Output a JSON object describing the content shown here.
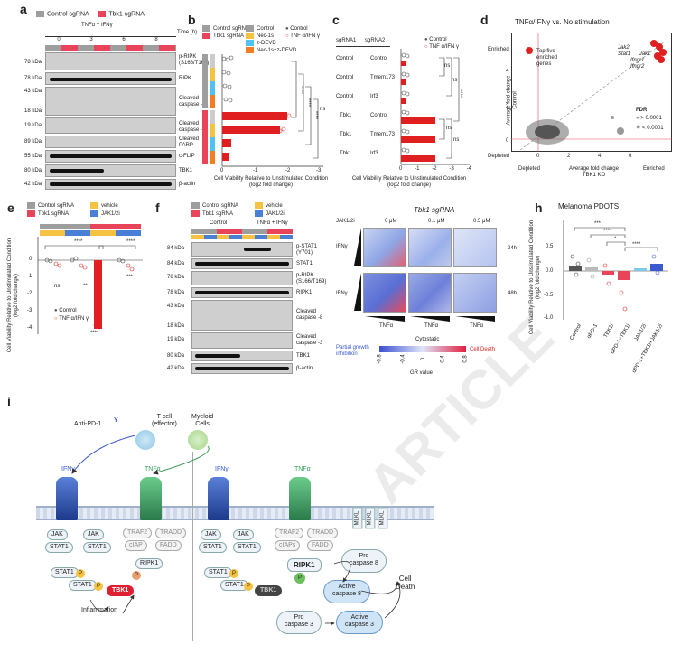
{
  "panels": {
    "a": {
      "label": "a",
      "legend": [
        "Control sgRNA",
        "Tbk1 sgRNA"
      ],
      "treatment": "TNFα + IFNγ",
      "time_label": "Time (h)",
      "times": [
        "0",
        "3",
        "6",
        "8"
      ],
      "mw": [
        "78 kDa",
        "78 kDa",
        "43 kDa",
        "18 kDa",
        "19 kDa",
        "89 kDa",
        "55 kDa",
        "80 kDa",
        "42 kDa"
      ],
      "proteins": [
        "p-RIPK\n(S166/T169)",
        "RIPK",
        "Cleaved\ncaspase -8",
        "Cleaved\ncaspase -3",
        "Cleaved\nPARP",
        "c-FLIP",
        "TBK1",
        "β-actin"
      ]
    },
    "b": {
      "label": "b",
      "legend": [
        "Control sgRNA",
        "Tbk1 sgRNA",
        "Control",
        "Nec-1s",
        "z-DEVD",
        "Nec-1s+z-DEVD",
        "Control",
        "TNF α/IFN γ"
      ],
      "sig": [
        "****",
        "****",
        "****",
        "ns"
      ],
      "xticks": [
        "0",
        "-1",
        "-2",
        "-3"
      ],
      "xlabel": "Cell Viability Relative to Unstimulated Condition\n(log2 fold change)"
    },
    "c": {
      "label": "c",
      "header1": "sgRNA1",
      "header2": "sgRNA2",
      "rows": [
        [
          "Control",
          "Control"
        ],
        [
          "Control",
          "Tmem173"
        ],
        [
          "Control",
          "Irf3"
        ],
        [
          "Tbk1",
          "Control"
        ],
        [
          "Tbk1",
          "Tmem173"
        ],
        [
          "Tbk1",
          "Irf3"
        ]
      ],
      "legend": [
        "Control",
        "TNF α/IFN γ"
      ],
      "sig": [
        "ns",
        "ns",
        "****",
        "ns",
        "ns"
      ],
      "xticks": [
        "0",
        "-1",
        "-2",
        "-3",
        "-4"
      ],
      "xlabel": "Cell Viability Relative to Unstimulated Condition\n(log2 fold change)"
    },
    "d": {
      "label": "d",
      "title": "TNFα/IFNγ vs. No stimulation",
      "ylabel": "Average fold change\nControl",
      "xlabel": "Average fold change\nTBK1 KO",
      "enriched_y": "Enriched",
      "depleted_y": "Depleted",
      "depleted_x": "Depleted",
      "enriched_x": "Enriched",
      "genes": [
        "Jak2",
        "Stat1",
        "Jak1",
        "Ifngr1",
        "Ifngr2"
      ],
      "top_label": "Top five\nenriched\ngenes",
      "fdr_title": "FDR",
      "fdr_items": [
        "> 0.0001",
        "< 0.0001"
      ],
      "yticks": [
        "4",
        "2",
        "0"
      ],
      "xticks": [
        "0",
        "2",
        "4",
        "6"
      ]
    },
    "e": {
      "label": "e",
      "legend": [
        "Control sgRNA",
        "vehicle",
        "Tbk1 sgRNA",
        "JAK1/2i"
      ],
      "ylabel": "Cell Viability Relative to Unstimulated Condition\n(log2 fold change)",
      "yticks": [
        "0",
        "-1",
        "-2",
        "-3",
        "-4"
      ],
      "sig": [
        "****",
        "****",
        "ns",
        "**",
        "***",
        "****"
      ],
      "series_legend": [
        "Control",
        "TNF α/IFN γ"
      ]
    },
    "f": {
      "label": "f",
      "legend": [
        "Control sgRNA",
        "vehicle",
        "Tbk1 sgRNA",
        "JAK1/2i"
      ],
      "groups": [
        "Control",
        "TNFα + IFNγ"
      ],
      "mw": [
        "84 kDa",
        "84 kDa",
        "78 kDa",
        "78 kDa",
        "43 kDa",
        "18 kDa",
        "19 kDa",
        "80 kDa",
        "42 kDa"
      ],
      "proteins": [
        "p-STAT1\n(Y701)",
        "STAT1",
        "p-RIPK\n(S166/T169)",
        "RIPK1",
        "Cleaved\ncaspase -8",
        "Cleaved\ncaspase -3",
        "TBK1",
        "β-actin"
      ]
    },
    "g": {
      "title": "Tbk1 sgRNA",
      "jak_label": "JAK1/2i",
      "doses": [
        "0 μM",
        "0.1 μM",
        "0.5 μM"
      ],
      "ifn": "IFNγ",
      "tnf": "TNFα",
      "times": [
        "24h",
        "48h"
      ],
      "scale_left": "Partial growth\ninhibition",
      "scale_mid": "Cytostatic",
      "scale_right": "Cell Death",
      "scale_ticks": [
        "-0.8",
        "-0.4",
        "0",
        "0.4",
        "0.8"
      ],
      "scale_label": "GR value"
    },
    "h": {
      "label": "h",
      "title": "Melanoma PDOTS",
      "ylabel": "Cell Viability Relative to Unstimulated Condition\n(log2 fold change)",
      "yticks": [
        "0.5",
        "0.0",
        "-0.5",
        "-1.0"
      ],
      "categories": [
        "Control",
        "αPD-1",
        "TBK1i",
        "αPD-1+TBK1i",
        "JAK1/2i",
        "αPD-1+TBK1i+JAK1/2i"
      ],
      "sig": [
        "***",
        "****",
        "*",
        "****"
      ]
    },
    "i": {
      "label": "i",
      "anti_pd1": "Anti-PD-1",
      "tcell": "T cell\n(effector)",
      "myeloid": "Myeloid\nCells",
      "ifn": "IFNγ",
      "tnf": "TNFα",
      "left_nodes": [
        "JAK",
        "JAK",
        "STAT1",
        "STAT1",
        "TRAF2",
        "TRADD",
        "cIAP",
        "FADD",
        "STAT1",
        "STAT1",
        "RIPK1",
        "TBK1",
        "Inflammation"
      ],
      "right_nodes": [
        "JAK",
        "JAK",
        "STAT1",
        "STAT1",
        "TRAF2",
        "TRADD",
        "cIAPs",
        "FADD",
        "STAT1",
        "STAT1",
        "RIPK1",
        "TBK1",
        "MLKL",
        "MLKL",
        "MLKL",
        "Pro\ncaspase 8",
        "Active\ncaspase 8",
        "Pro\ncaspase 3",
        "Active\ncaspase 3",
        "Cell\nDeath"
      ],
      "phospho": "P"
    }
  },
  "colors": {
    "control": "#9e9e9e",
    "tbk1": "#e8455a",
    "vehicle": "#f5c242",
    "jak": "#4a7fd6",
    "red": "#e02020",
    "blue": "#3a5bd0"
  }
}
